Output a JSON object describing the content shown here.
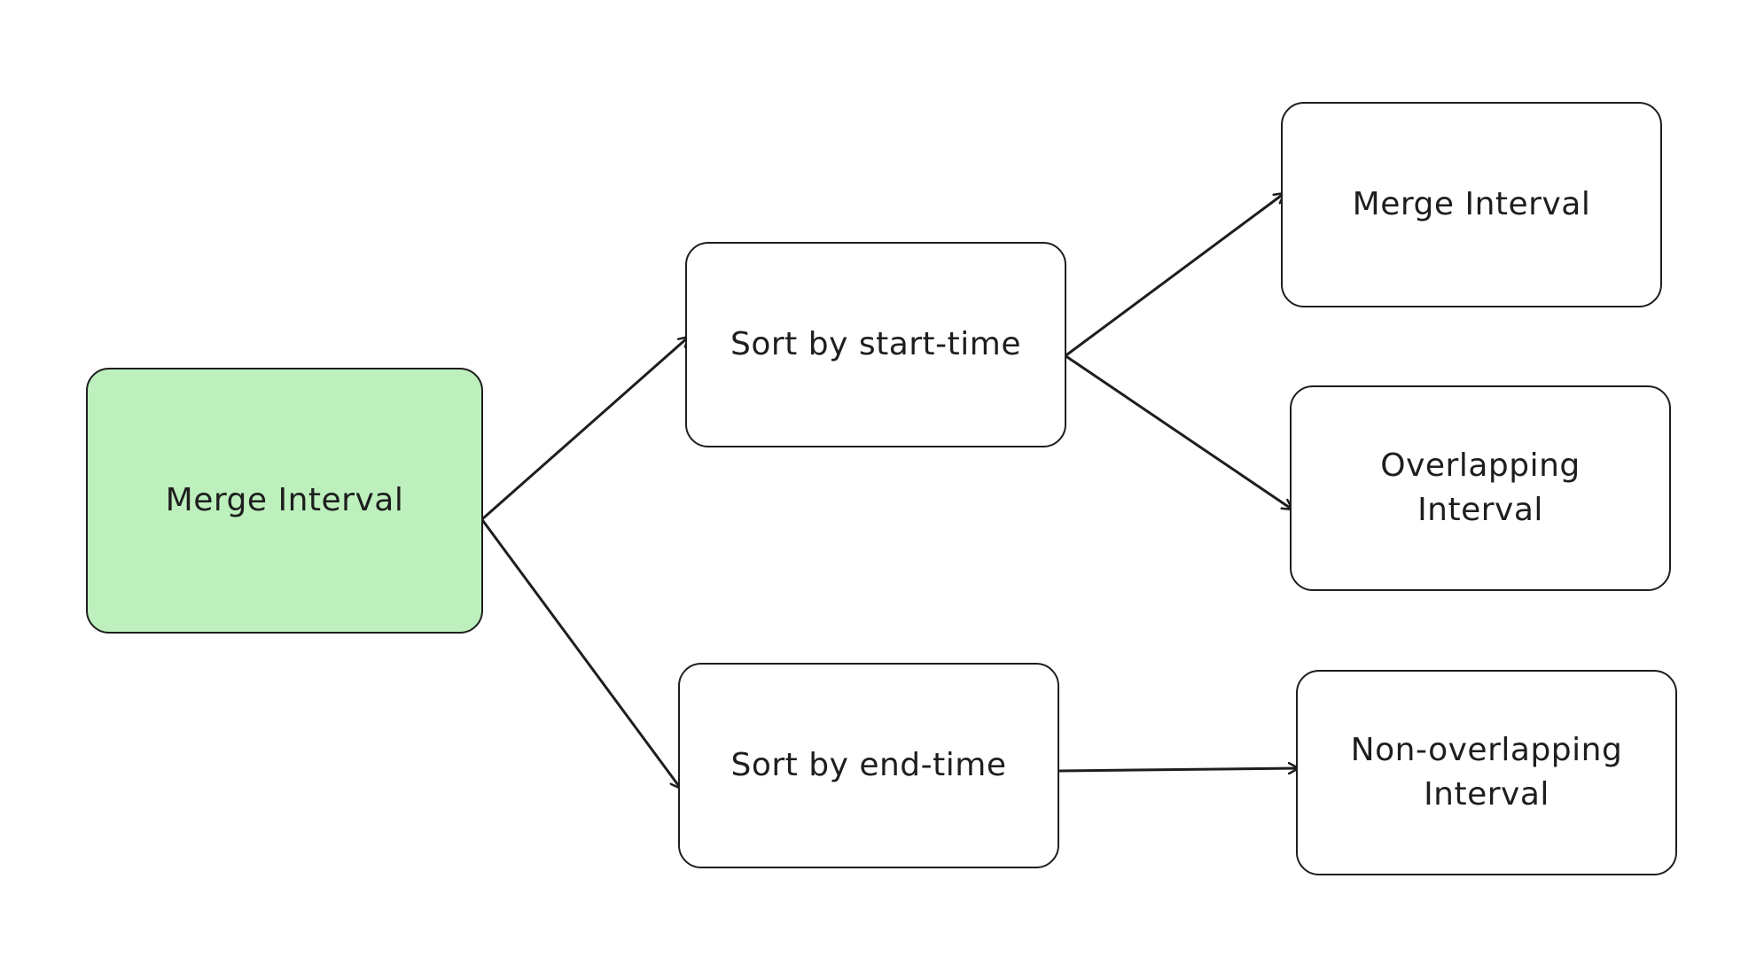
{
  "diagram": {
    "colors": {
      "stroke": "#1e1e1e",
      "root_fill": "#bdf0bd",
      "node_fill": "#ffffff"
    },
    "nodes": {
      "root": {
        "label": "Merge Interval"
      },
      "sort_start": {
        "label": "Sort by start-time"
      },
      "sort_end": {
        "label": "Sort by end-time"
      },
      "merge_interval": {
        "label": "Merge Interval"
      },
      "overlapping": {
        "label": "Overlapping\nInterval"
      },
      "non_overlapping": {
        "label": "Non-overlapping\nInterval"
      }
    },
    "edges": [
      {
        "from": "root",
        "to": "sort_start"
      },
      {
        "from": "root",
        "to": "sort_end"
      },
      {
        "from": "sort_start",
        "to": "merge_interval"
      },
      {
        "from": "sort_start",
        "to": "overlapping"
      },
      {
        "from": "sort_end",
        "to": "non_overlapping"
      }
    ]
  }
}
